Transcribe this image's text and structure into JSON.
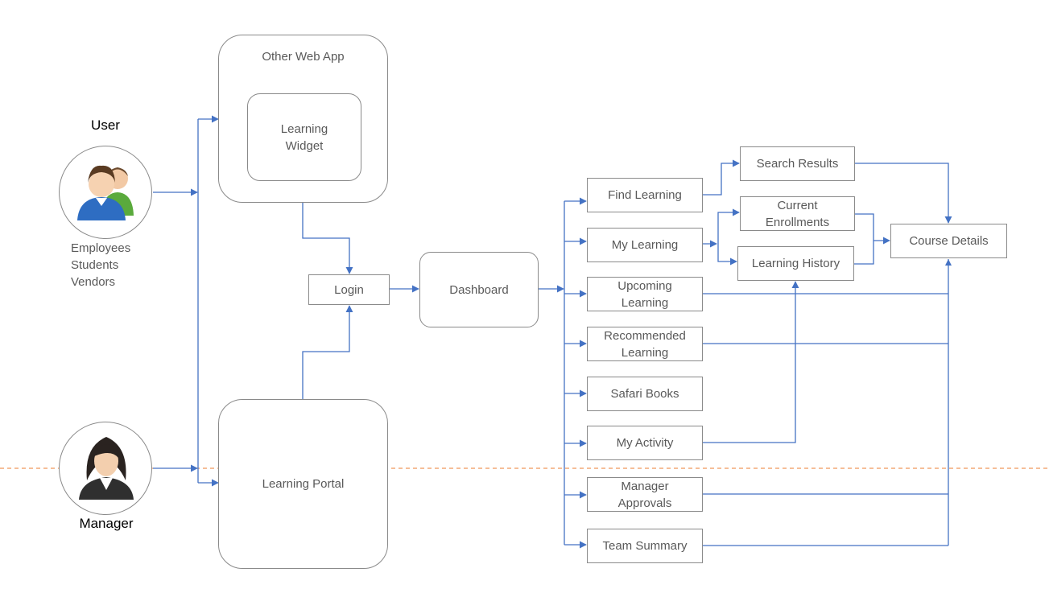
{
  "actors": {
    "user_title": "User",
    "user_types": "Employees\nStudents\nVendors",
    "manager_title": "Manager"
  },
  "containers": {
    "other_web_app": "Other Web App",
    "learning_widget": "Learning\nWidget",
    "learning_portal": "Learning Portal"
  },
  "flow": {
    "login": "Login",
    "dashboard": "Dashboard"
  },
  "menu": {
    "find_learning": "Find Learning",
    "my_learning": "My Learning",
    "upcoming_learning": "Upcoming\nLearning",
    "recommended_learning": "Recommended\nLearning",
    "safari_books": "Safari Books",
    "my_activity": "My Activity",
    "manager_approvals": "Manager\nApprovals",
    "team_summary": "Team Summary"
  },
  "results": {
    "search_results": "Search Results",
    "current_enrollments": "Current\nEnrollments",
    "learning_history": "Learning History",
    "course_details": "Course Details"
  },
  "colors": {
    "connector": "#4472c4",
    "divider": "#ed7d31",
    "border": "#8a8a8a"
  }
}
